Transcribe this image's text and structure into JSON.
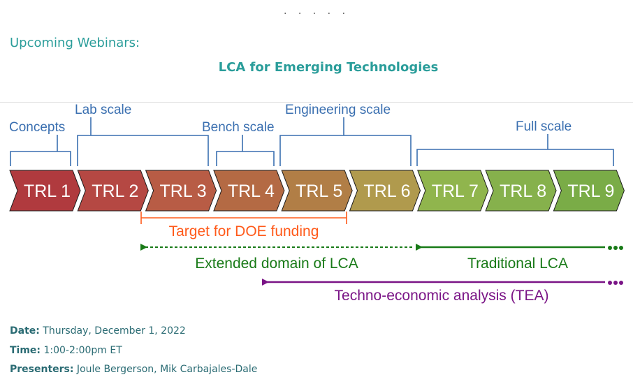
{
  "header": {
    "dots": ". . . . .",
    "heading": "Upcoming Webinars:",
    "title": "LCA for Emerging Technologies"
  },
  "diagram": {
    "scale_labels": [
      "Concepts",
      "Lab scale",
      "Bench scale",
      "Engineering scale",
      "Full scale"
    ],
    "trl": [
      "TRL 1",
      "TRL 2",
      "TRL 3",
      "TRL 4",
      "TRL 5",
      "TRL 6",
      "TRL 7",
      "TRL 8",
      "TRL 9"
    ],
    "trl_colors": [
      "#b03a3e",
      "#b54843",
      "#b85c45",
      "#b46a44",
      "#b17e46",
      "#b09a4d",
      "#90b54d",
      "#86b14c",
      "#7aac47"
    ],
    "doe_label": "Target for DOE funding",
    "extended_label": "Extended domain of LCA",
    "traditional_label": "Traditional LCA",
    "tea_label": "Techno-economic analysis (TEA)",
    "colors": {
      "scale": "#3a6fb0",
      "doe": "#ff5a1a",
      "lca": "#187a17",
      "tea": "#7a1486"
    }
  },
  "details": {
    "date_label": "Date:",
    "date_value": " Thursday, December 1, 2022",
    "time_label": "Time:",
    "time_value": " 1:00-2:00pm ET",
    "presenters_label": "Presenters:",
    "presenters_value": " Joule Bergerson, Mik Carbajales-Dale"
  }
}
